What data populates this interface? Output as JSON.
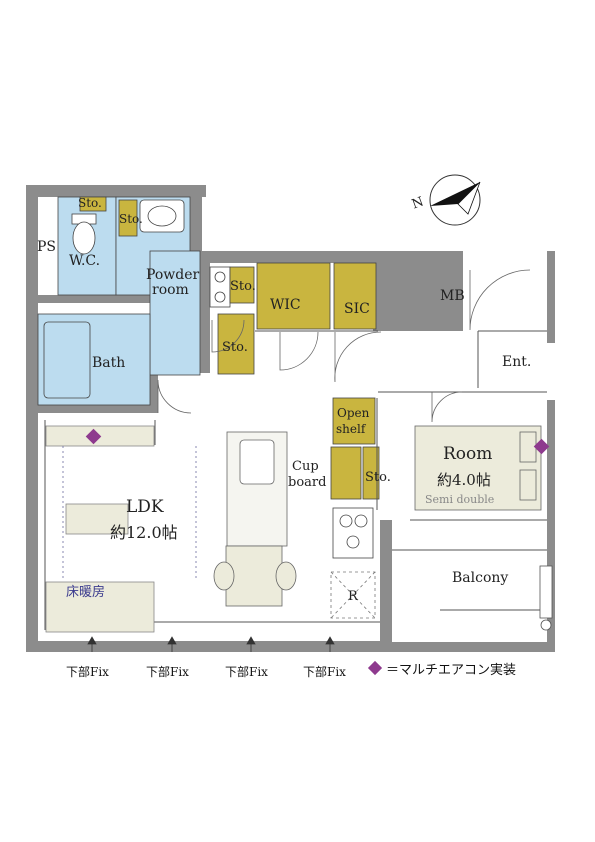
{
  "compass": {
    "label": "N"
  },
  "rooms": {
    "ps": "PS",
    "wc": "W.C.",
    "sto_wc": "Sto.",
    "sto_sink": "Sto.",
    "powder_line1": "Powder",
    "powder_line2": "room",
    "sto_wash": "Sto.",
    "wic": "WIC",
    "sic": "SIC",
    "mb": "MB",
    "bath": "Bath",
    "sto_hall": "Sto.",
    "ent": "Ent.",
    "open_shelf_line1": "Open",
    "open_shelf_line2": "shelf",
    "cupboard_line1": "Cup",
    "cupboard_line2": "board",
    "sto_kitchen": "Sto.",
    "room": "Room",
    "room_size": "約4.0帖",
    "bed": "Semi double",
    "ldk": "LDK",
    "ldk_size": "約12.0帖",
    "floor_heating": "床暖房",
    "balcony": "Balcony",
    "fridge": "R"
  },
  "fix_labels": [
    "下部Fix",
    "下部Fix",
    "下部Fix",
    "下部Fix"
  ],
  "legend": {
    "text": "＝マルチエアコン実装"
  },
  "colors": {
    "wall": "#8c8c8c",
    "wet": "#bcdcef",
    "storage": "#c9b53f",
    "furniture": "#ecebdb",
    "aircon": "#8e3a8e"
  }
}
